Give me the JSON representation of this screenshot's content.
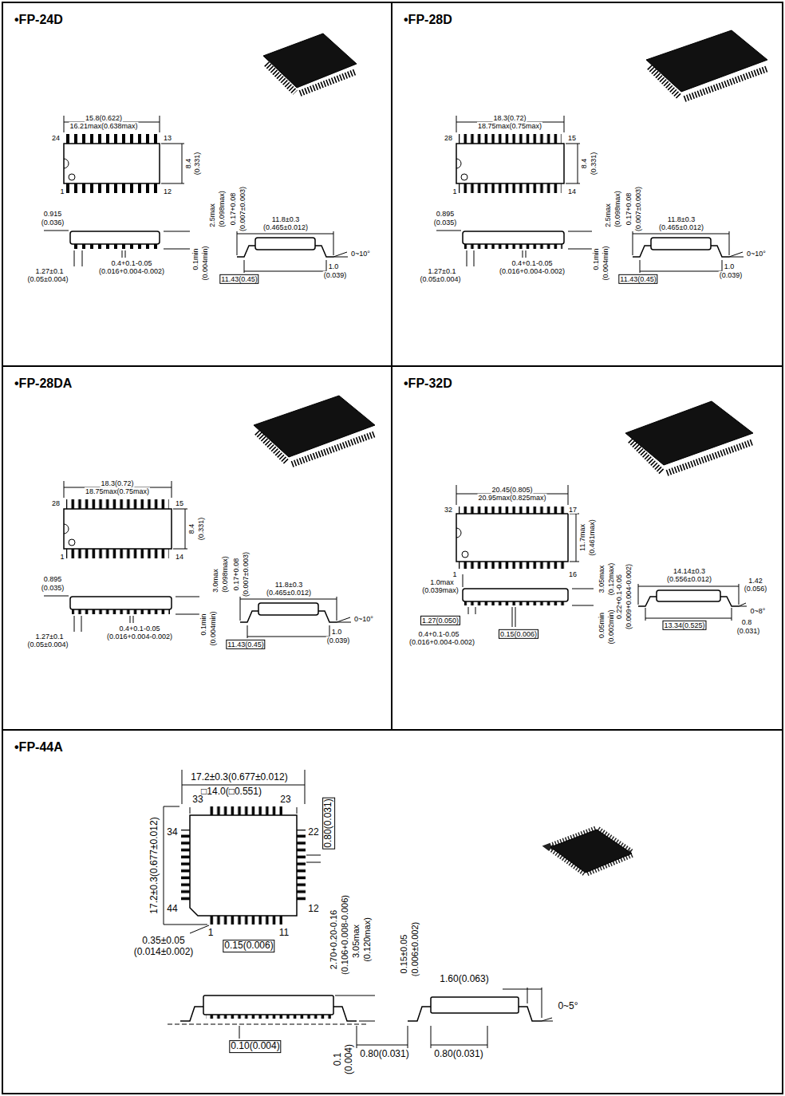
{
  "diagram": {
    "nodes": [
      {
        "text": [
          "•FP-24D"
        ]
      },
      {
        "text": [
          "•FP-28D"
        ]
      },
      {
        "text": [
          "•FP-28DA"
        ]
      },
      {
        "text": [
          "•FP-32D"
        ]
      },
      {
        "text": [
          "•FP-44A"
        ]
      }
    ],
    "labels": [
      "15.8(0.622)",
      "16.21max(0.638max)",
      "24",
      "13",
      "1",
      "12",
      "8.4",
      "(0.331)",
      "0.915",
      "(0.036)",
      "2.5max",
      "(0.098max)",
      "0.17+0.08",
      "(0.007±0.003)",
      "11.8±0.3",
      "(0.465±0.012)",
      "0~10°",
      "1.27±0.1",
      "(0.05±0.004)",
      "0.4+0.1-0.05",
      "(0.016+0.004-0.002)",
      "0.1min",
      "(0.004min)",
      "11.43(0.45)",
      "1.0",
      "(0.039)",
      "18.3(0.72)",
      "18.75max(0.75max)",
      "28",
      "15",
      "1",
      "14",
      "8.4",
      "(0.331)",
      "0.895",
      "(0.035)",
      "2.5max",
      "(0.098max)",
      "0.17+0.08",
      "(0.007±0.003)",
      "11.8±0.3",
      "(0.465±0.012)",
      "0~10°",
      "1.27±0.1",
      "(0.05±0.004)",
      "0.4+0.1-0.05",
      "(0.016+0.004-0.002)",
      "0.1min",
      "(0.004min)",
      "11.43(0.45)",
      "1.0",
      "(0.039)",
      "18.3(0.72)",
      "18.75max(0.75max)",
      "28",
      "15",
      "1",
      "14",
      "8.4",
      "(0.331)",
      "0.895",
      "(0.035)",
      "3.0max",
      "(0.098max)",
      "0.17+0.08",
      "(0.007±0.003)",
      "11.8±0.3",
      "(0.465±0.012)",
      "0~10°",
      "1.27±0.1",
      "(0.05±0.004)",
      "0.4+0.1-0.05",
      "(0.016+0.004-0.002)",
      "0.1min",
      "(0.004min)",
      "11.43(0.45)",
      "1.0",
      "(0.039)",
      "20.45(0.805)",
      "20.95max(0.825max)",
      "32",
      "17",
      "1",
      "16",
      "11.7max",
      "(0.461max)",
      "1.0max",
      "(0.039max)",
      "3.05max",
      "(0.12max)",
      "0.22+0.1-0.05",
      "(0.009+0.004-0.002)",
      "14.14±0.3",
      "(0.556±0.012)",
      "1.42",
      "(0.056)",
      "0~8°",
      "1.27(0.050)",
      "0.4+0.1-0.05",
      "(0.016+0.004-0.002)",
      "0.15(0.006)",
      "0.05min",
      "(0.002min)",
      "13.34(0.525)",
      "0.8",
      "(0.031)",
      "17.2±0.3(0.677±0.012)",
      "□14.0(□0.551)",
      "33",
      "23",
      "34",
      "22",
      "44",
      "12",
      "1",
      "11",
      "17.2±0.3(0.677±0.012)",
      "0.80(0.031)",
      "0.35±0.05",
      "(0.014±0.002)",
      "0.15(0.006)",
      "2.70+0.20-0.16",
      "(0.106+0.008-0.006)",
      "3.05max",
      "(0.120max)",
      "0.15±0.05",
      "(0.006±0.002)",
      "1.60(0.063)",
      "0~5°",
      "0.10(0.004)",
      "0.1",
      "(0.004)",
      "0.80(0.031)",
      "0.80(0.031)"
    ]
  }
}
